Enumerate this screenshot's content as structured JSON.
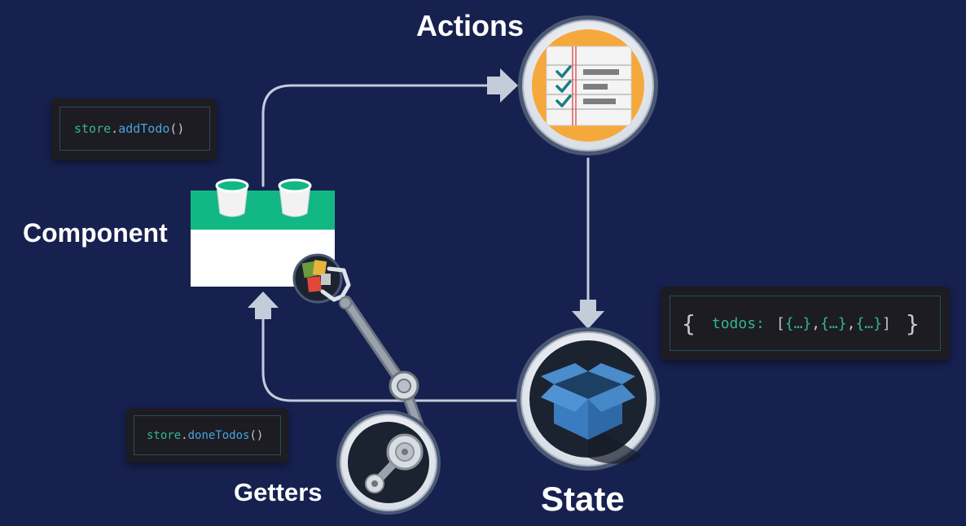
{
  "labels": {
    "actions": "Actions",
    "component": "Component",
    "state": "State",
    "getters": "Getters"
  },
  "code": {
    "add_todo": {
      "object": "store",
      "dot": ".",
      "method": "addTodo",
      "parens": "()"
    },
    "done_todos": {
      "object": "store",
      "dot": ".",
      "method": "doneTodos",
      "parens": "()"
    },
    "state_object": {
      "open_brace": "{",
      "key": "todos:",
      "open_bracket": "[",
      "items": [
        "{…}",
        "{…}",
        "{…}"
      ],
      "separator": ",",
      "close_bracket": "]",
      "close_brace": "}"
    }
  },
  "colors": {
    "background": "#172150",
    "connector": "#c3ccd9",
    "actions_ring": "#ffffff",
    "actions_fill": "#f5a83c",
    "state_fill": "#1c2330",
    "box_blue": "#3b7bbf",
    "component_green": "#12b884",
    "code_green": "#37b58c",
    "code_blue": "#4aa3e0"
  },
  "icons": {
    "actions": "checklist-icon",
    "state": "open-box-icon",
    "getters": "gear-pulley-icon",
    "component": "lego-brick-icon",
    "claw": "robotic-claw-icon"
  }
}
